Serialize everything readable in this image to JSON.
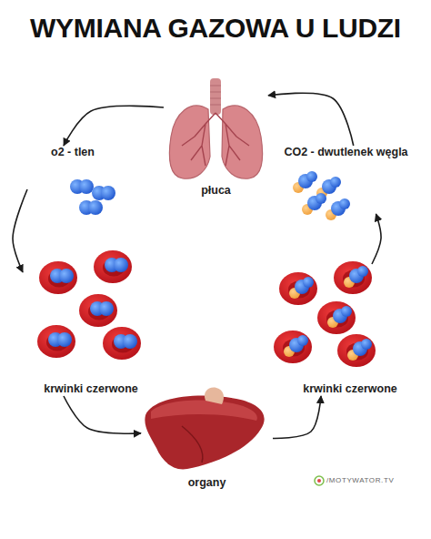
{
  "diagram": {
    "title": "WYMIANA GAZOWA U LUDZI",
    "nodes": [
      {
        "text": [
          "płuca"
        ]
      },
      {
        "text": [
          "o2 - tlen"
        ]
      },
      {
        "text": [
          "CO2 - dwutlenek węgla"
        ]
      },
      {
        "text": [
          "krwinki czerwone"
        ]
      },
      {
        "text": [
          "krwinki czerwone"
        ]
      },
      {
        "text": [
          "organy"
        ]
      }
    ],
    "edges": [
      {
        "from": 0,
        "to": 1,
        "arrow": "to"
      },
      {
        "from": 1,
        "to": 3,
        "arrow": "to"
      },
      {
        "from": 3,
        "to": 5,
        "arrow": "to"
      },
      {
        "from": 5,
        "to": 4,
        "arrow": "to"
      },
      {
        "from": 4,
        "to": 2,
        "arrow": "to"
      },
      {
        "from": 2,
        "to": 0,
        "arrow": "to"
      }
    ],
    "labels": [
      "/MOTYWATOR.TV"
    ]
  }
}
